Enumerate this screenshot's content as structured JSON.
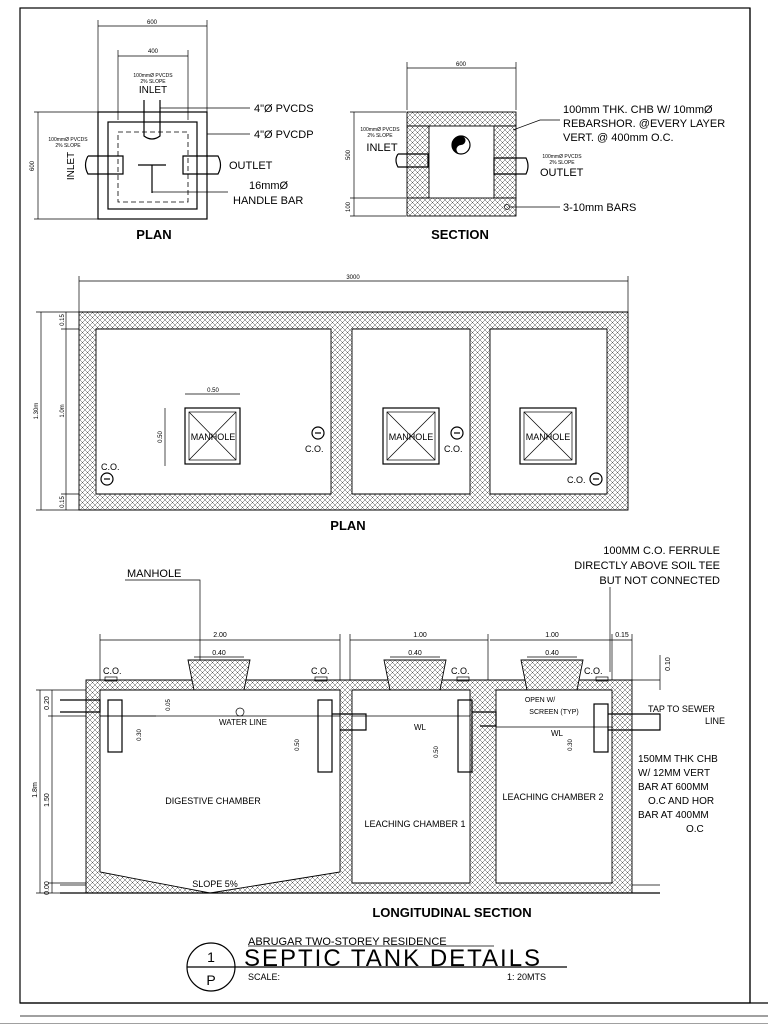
{
  "plan_small": {
    "dim_600_top": "600",
    "dim_400": "400",
    "dim_600_left": "600",
    "slope_note_1": "100mmØ PVCDS",
    "slope_note_2": "2% SLOPE",
    "inlet_top": "INLET",
    "slope_note_left_1": "100mmØ PVCDS",
    "slope_note_left_2": "2% SLOPE",
    "inlet_left": "INLET",
    "callout_pvcds": "4\"Ø PVCDS",
    "callout_pvcdp": "4\"Ø PVCDP",
    "outlet": "OUTLET",
    "handle_1": "16mmØ",
    "handle_2": "HANDLE BAR",
    "title": "PLAN"
  },
  "section_small": {
    "dim_600": "600",
    "dim_500": "500",
    "dim_100": "100",
    "chb_1": "100mm THK. CHB W/ 10mmØ",
    "chb_2": "REBARSHOR. @EVERY LAYER",
    "chb_3": "VERT. @ 400mm O.C.",
    "slope_1": "100mmØ PVCDS",
    "slope_2": "2% SLOPE",
    "inlet": "INLET",
    "out_slope_1": "100mmØ PVCDS",
    "out_slope_2": "2% SLOPE",
    "outlet": "OUTLET",
    "bars": "3-10mm BARS",
    "title": "SECTION"
  },
  "plan_large": {
    "dim_3000": "3000",
    "dim_050": "0.50",
    "dim_050_v": "0.50",
    "dim_015_top": "0.15",
    "dim_10m": "1.0m",
    "dim_015_bot": "0.15",
    "dim_130m": "1.30m",
    "manhole": "MANHOLE",
    "co": "C.O.",
    "title": "PLAN"
  },
  "long_section": {
    "manhole_label": "MANHOLE",
    "ferrule_1": "100MM C.O. FERRULE",
    "ferrule_2": "DIRECTLY ABOVE SOIL TEE",
    "ferrule_3": "BUT NOT CONNECTED",
    "dim_200": "2.00",
    "dim_100a": "1.00",
    "dim_100b": "1.00",
    "dim_015": "0.15",
    "dim_040": "0.40",
    "dim_010": "0.10",
    "dim_005": "0.05",
    "dim_020": "0.20",
    "dim_030": "0.30",
    "dim_050": "0.50",
    "dim_18m": "1.8m",
    "dim_150": "1.50",
    "dim_000": "0.00",
    "co": "C.O.",
    "water_line": "WATER LINE",
    "wl": "WL",
    "open_1": "OPEN W/",
    "open_2": "SCREEN (TYP)",
    "tap_1": "TAP TO SEWER",
    "tap_2": "LINE",
    "chb_1": "150MM THK CHB",
    "chb_2": "W/ 12MM VERT",
    "chb_3": "BAR AT 600MM",
    "chb_4": "O.C AND HOR",
    "chb_5": "BAR AT 400MM",
    "chb_6": "O.C",
    "digestive": "DIGESTIVE CHAMBER",
    "leach_1": "LEACHING CHAMBER 1",
    "leach_2": "LEACHING CHAMBER 2",
    "slope": "SLOPE 5%",
    "title": "LONGITUDINAL SECTION"
  },
  "title_block": {
    "detail_no": "1",
    "sheet_ref": "P",
    "project": "ABRUGAR TWO-STOREY RESIDENCE",
    "drawing_title": "SEPTIC TANK DETAILS",
    "scale_label": "SCALE:",
    "scale_value": "1: 20MTS"
  }
}
